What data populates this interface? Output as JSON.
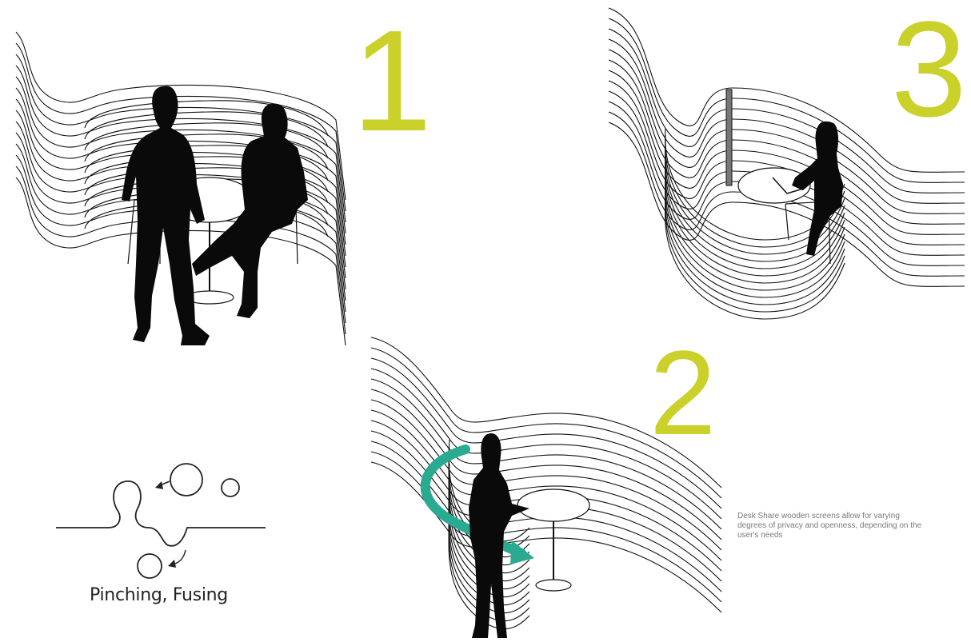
{
  "colors": {
    "accent": "#c9d12a",
    "teal": "#2aaa90",
    "ink": "#111111"
  },
  "panels": [
    {
      "number": "1"
    },
    {
      "number": "2"
    },
    {
      "number": "3"
    }
  ],
  "diagram": {
    "label": "Pinching, Fusing"
  },
  "caption": {
    "text": "Desk Share wooden screens allow for varying degrees of privacy and openness, depending on the user's needs"
  }
}
